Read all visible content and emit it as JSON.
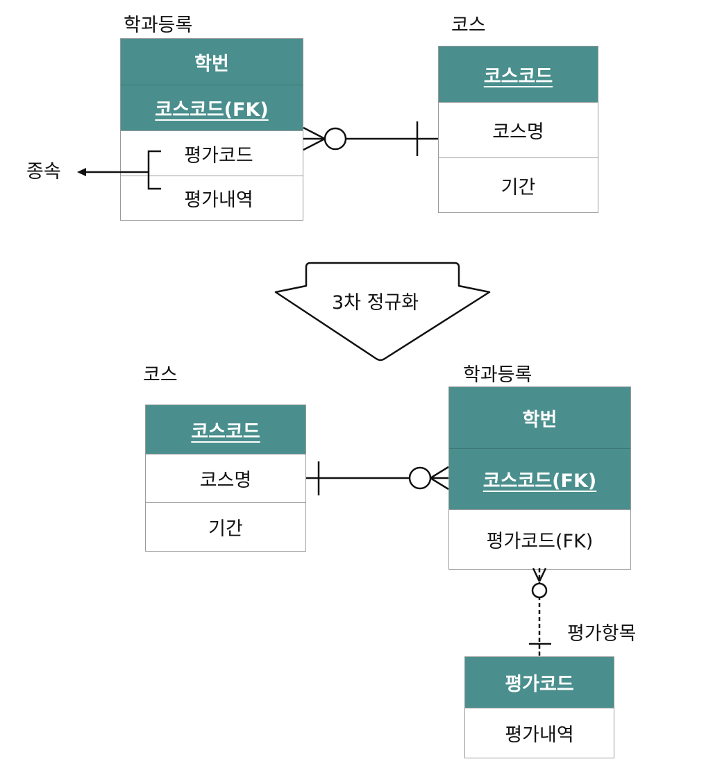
{
  "top": {
    "enrollment": {
      "title": "학과등록",
      "rows": [
        {
          "text": "학번",
          "key": true,
          "pk": false
        },
        {
          "text": "코스코드(FK)",
          "key": true,
          "pk": true
        },
        {
          "text": "평가코드",
          "key": false,
          "pk": false
        },
        {
          "text": "평가내역",
          "key": false,
          "pk": false
        }
      ]
    },
    "course": {
      "title": "코스",
      "rows": [
        {
          "text": "코스코드",
          "key": true,
          "pk": true
        },
        {
          "text": "코스명",
          "key": false,
          "pk": false
        },
        {
          "text": "기간",
          "key": false,
          "pk": false
        }
      ]
    },
    "dependency_label": "종속"
  },
  "transform_label": "3차 정규화",
  "bottom": {
    "course": {
      "title": "코스",
      "rows": [
        {
          "text": "코스코드",
          "key": true,
          "pk": true
        },
        {
          "text": "코스명",
          "key": false,
          "pk": false
        },
        {
          "text": "기간",
          "key": false,
          "pk": false
        }
      ]
    },
    "enrollment": {
      "title": "학과등록",
      "rows": [
        {
          "text": "학번",
          "key": true,
          "pk": false
        },
        {
          "text": "코스코드(FK)",
          "key": true,
          "pk": true
        },
        {
          "text": "평가코드(FK)",
          "key": false,
          "pk": false
        }
      ]
    },
    "evaluation": {
      "title": "평가항목",
      "rows": [
        {
          "text": "평가코드",
          "key": true,
          "pk": false
        },
        {
          "text": "평가내역",
          "key": false,
          "pk": false
        }
      ]
    }
  },
  "colors": {
    "key_fill": "#4a8f8d",
    "border": "#9a9a9a",
    "line": "#111111"
  }
}
